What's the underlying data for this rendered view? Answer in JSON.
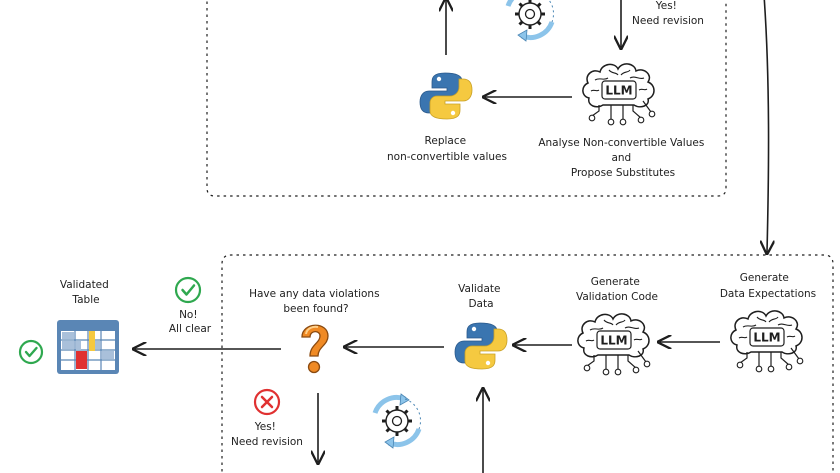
{
  "top_section": {
    "revision_label": [
      "Yes!",
      "Need revision"
    ],
    "replace_label": [
      "Replace",
      "non-convertible values"
    ],
    "analyse_label": [
      "Analyse Non-convertible Values",
      "and",
      "Propose Substitutes"
    ],
    "llm_text": "LLM"
  },
  "bottom_section": {
    "validated_table_label": [
      "Validated",
      "Table"
    ],
    "no_clear_label": [
      "No!",
      "All clear"
    ],
    "violations_question": [
      "Have any data violations",
      "been found?"
    ],
    "validate_data_label": [
      "Validate",
      "Data"
    ],
    "generate_code_label": [
      "Generate",
      "Validation Code"
    ],
    "generate_expectations_label": [
      "Generate",
      "Data Expectations"
    ],
    "revision_label": [
      "Yes!",
      "Need revision"
    ],
    "llm_text": "LLM"
  },
  "colors": {
    "stroke": "#1e1e1e",
    "python_blue": "#3a75b0",
    "python_yellow": "#f5c940",
    "question_orange": "#f08a24",
    "check_green": "#2fa84f",
    "cross_red": "#e03131",
    "cycle_blue": "#8cc4ea",
    "table_blue": "#5a86b5",
    "table_red": "#e03131",
    "table_yellow": "#f5c940"
  },
  "icons": [
    "gear-cycle-icon",
    "python-icon",
    "llm-brain-icon",
    "question-icon",
    "check-icon",
    "cross-icon",
    "table-icon"
  ]
}
